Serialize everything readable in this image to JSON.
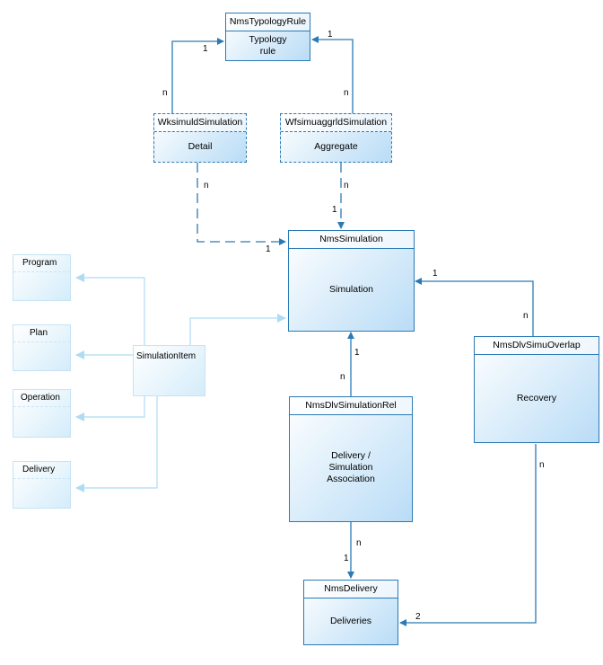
{
  "entities": {
    "typology": {
      "title": "NmsTypologyRule",
      "body": "Typology\nrule"
    },
    "wksimuld": {
      "title": "WksimuldSimulation",
      "body": "Detail"
    },
    "wfsimuaggr": {
      "title": "WfsimuaggrldSimulation",
      "body": "Aggregate"
    },
    "simulation": {
      "title": "NmsSimulation",
      "body": "Simulation"
    },
    "overlap": {
      "title": "NmsDlvSimuOverlap",
      "body": "Recovery"
    },
    "rel": {
      "title": "NmsDlvSimulationRel",
      "body": "Delivery /\nSimulation\nAssociation"
    },
    "delivery": {
      "title": "NmsDelivery",
      "body": "Deliveries"
    }
  },
  "inheritance": {
    "parent": "SimulationItem",
    "children": [
      "Program",
      "Plan",
      "Operation",
      "Delivery"
    ]
  },
  "multiplicities": {
    "typo_wks_one": "1",
    "typo_wks_n": "n",
    "typo_wfs_one": "1",
    "typo_wfs_n": "n",
    "wks_sim_n": "n",
    "wks_sim_one": "1",
    "wfs_sim_n": "n",
    "wfs_sim_one": "1",
    "rel_sim_one": "1",
    "rel_sim_n": "n",
    "ovl_sim_one": "1",
    "ovl_sim_n": "n",
    "rel_del_n": "n",
    "rel_del_one": "1",
    "ovl_del_n": "n",
    "ovl_del_two": "2"
  },
  "colors": {
    "line": "#2b7ab5",
    "light_line": "#aedcf2",
    "fill": "#cce5f8"
  }
}
